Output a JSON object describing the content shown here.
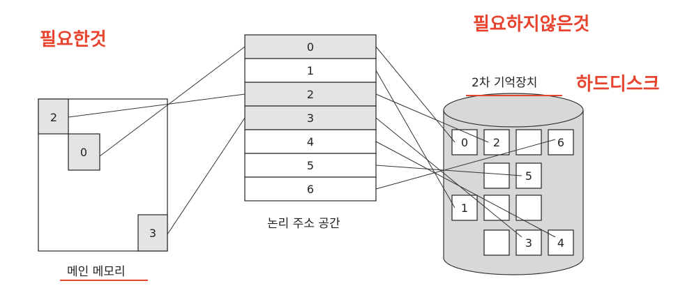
{
  "annotations": {
    "needed": "필요한것",
    "not_needed": "필요하지않은것",
    "hard_disk": "하드디스크"
  },
  "labels": {
    "main_memory": "메인 메모리",
    "logical_space": "논리 주소 공간",
    "secondary_storage": "2차 기억장치"
  },
  "logical_pages": [
    "0",
    "1",
    "2",
    "3",
    "4",
    "5",
    "6"
  ],
  "memory_pages": [
    "2",
    "0",
    "3"
  ],
  "disk_pages": [
    "0",
    "2",
    "6",
    "5",
    "1",
    "3",
    "4"
  ],
  "colors": {
    "annotation_red": "#e8432e",
    "resident_gray": "#e4e4e4",
    "disk_gray": "#d8d8d8",
    "line": "#333333"
  }
}
